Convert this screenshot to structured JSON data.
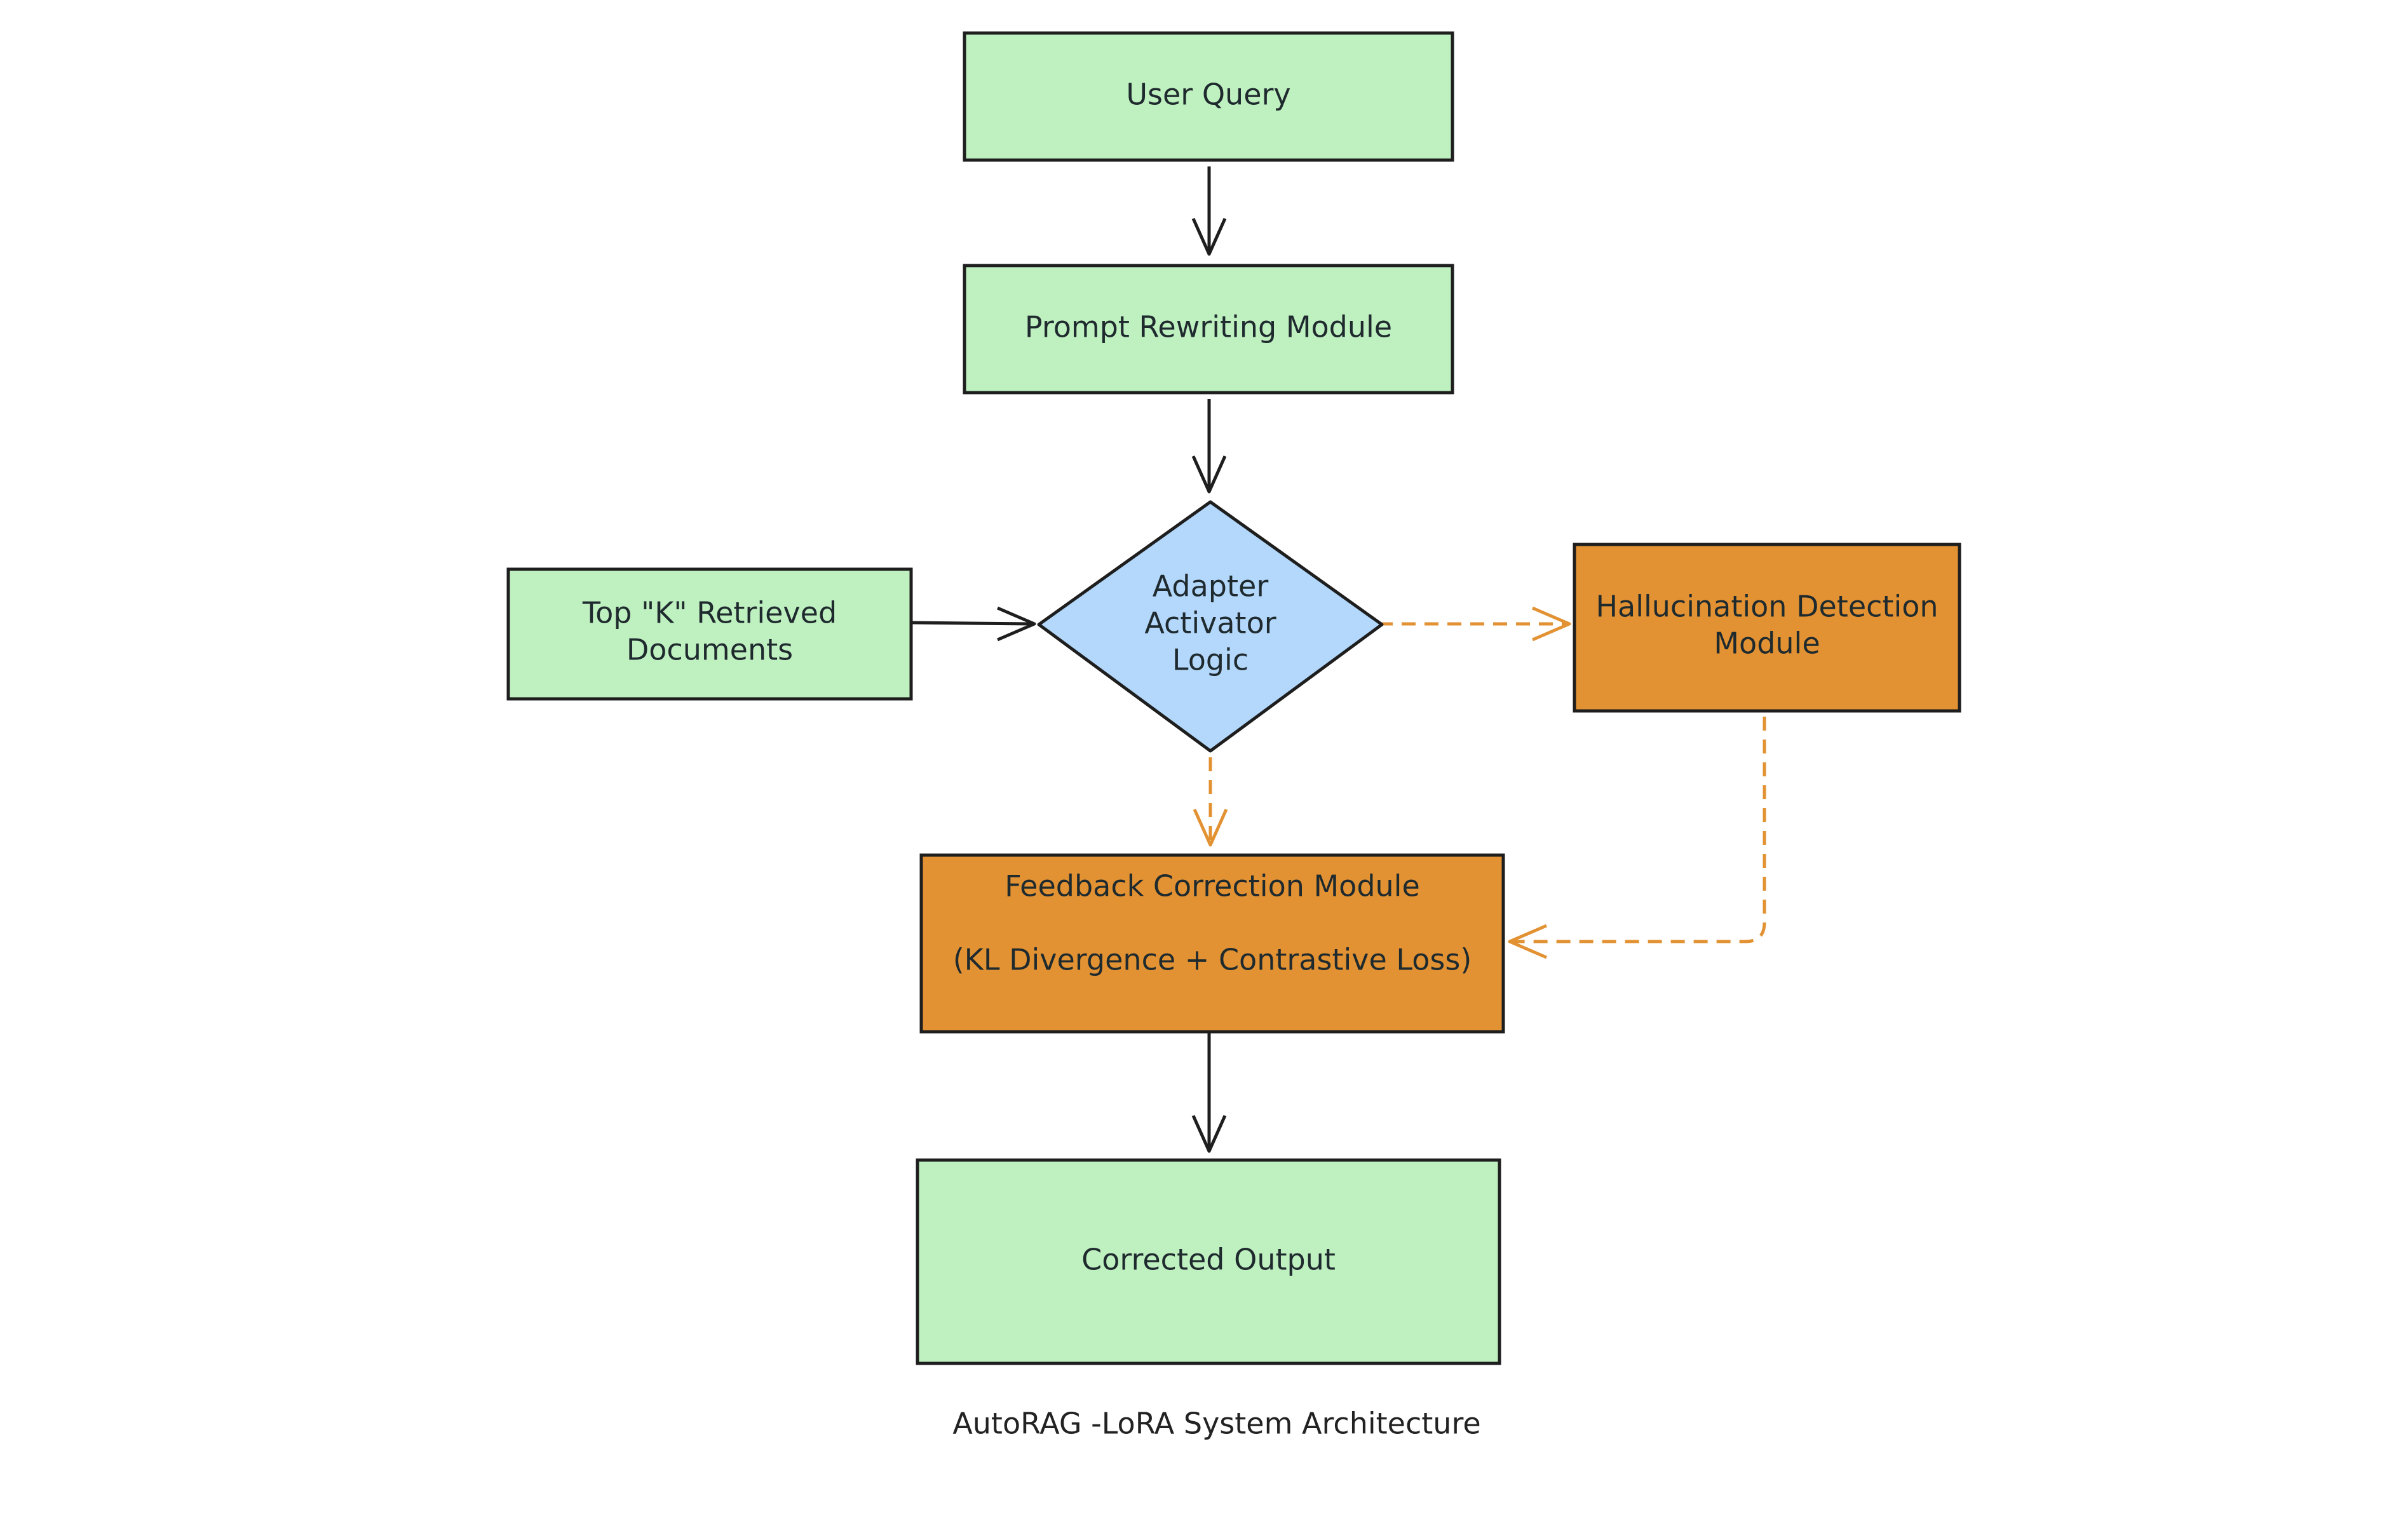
{
  "colors": {
    "process_fill": "#bff0c0",
    "decision_fill": "#b3d8fb",
    "detection_fill": "#e29233",
    "stroke": "#1e1e1e",
    "dashed_arrow": "#e29233"
  },
  "nodes": {
    "user_query": {
      "label": "User Query"
    },
    "prompt_rewriting": {
      "label": "Prompt Rewriting Module"
    },
    "retrieved_docs": {
      "line1": "Top \"K\" Retrieved",
      "line2": "Documents"
    },
    "adapter": {
      "line1": "Adapter",
      "line2": "Activator",
      "line3": "Logic"
    },
    "hallucination": {
      "line1": "Hallucination Detection",
      "line2": "Module"
    },
    "feedback": {
      "line1": "Feedback Correction Module",
      "line2": "(KL Divergence + Contrastive Loss)"
    },
    "corrected_output": {
      "label": "Corrected Output"
    }
  },
  "caption": "AutoRAG -LoRA System Architecture"
}
